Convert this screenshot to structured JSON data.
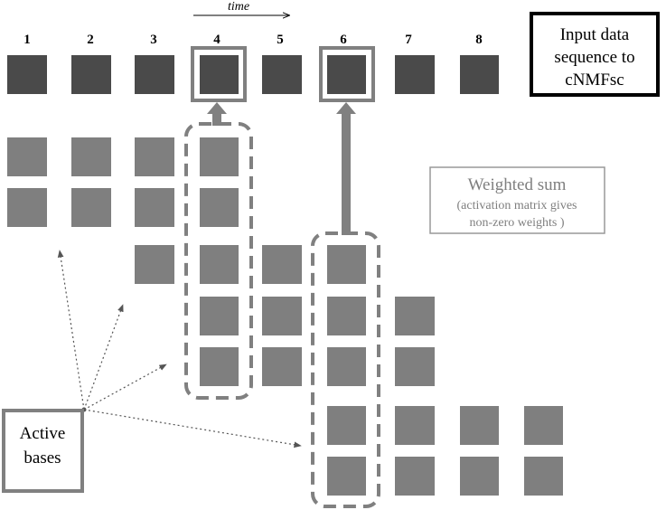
{
  "time_label": "time",
  "frame_numbers": [
    "1",
    "2",
    "3",
    "4",
    "5",
    "6",
    "7",
    "8"
  ],
  "input_box": {
    "lines": [
      "Input data",
      "sequence to",
      "cNMFsc"
    ]
  },
  "weighted_sum": {
    "title": "Weighted sum",
    "subtitle_lines": [
      "(activation matrix gives",
      "non-zero weights )"
    ]
  },
  "active_bases": {
    "lines": [
      "Active",
      "bases"
    ]
  },
  "colors": {
    "input_square": "#4a4a4a",
    "basis_square": "#7f7f7f",
    "highlight_outline": "#808080",
    "text": "#000000",
    "muted_text": "#7f7f7f"
  }
}
